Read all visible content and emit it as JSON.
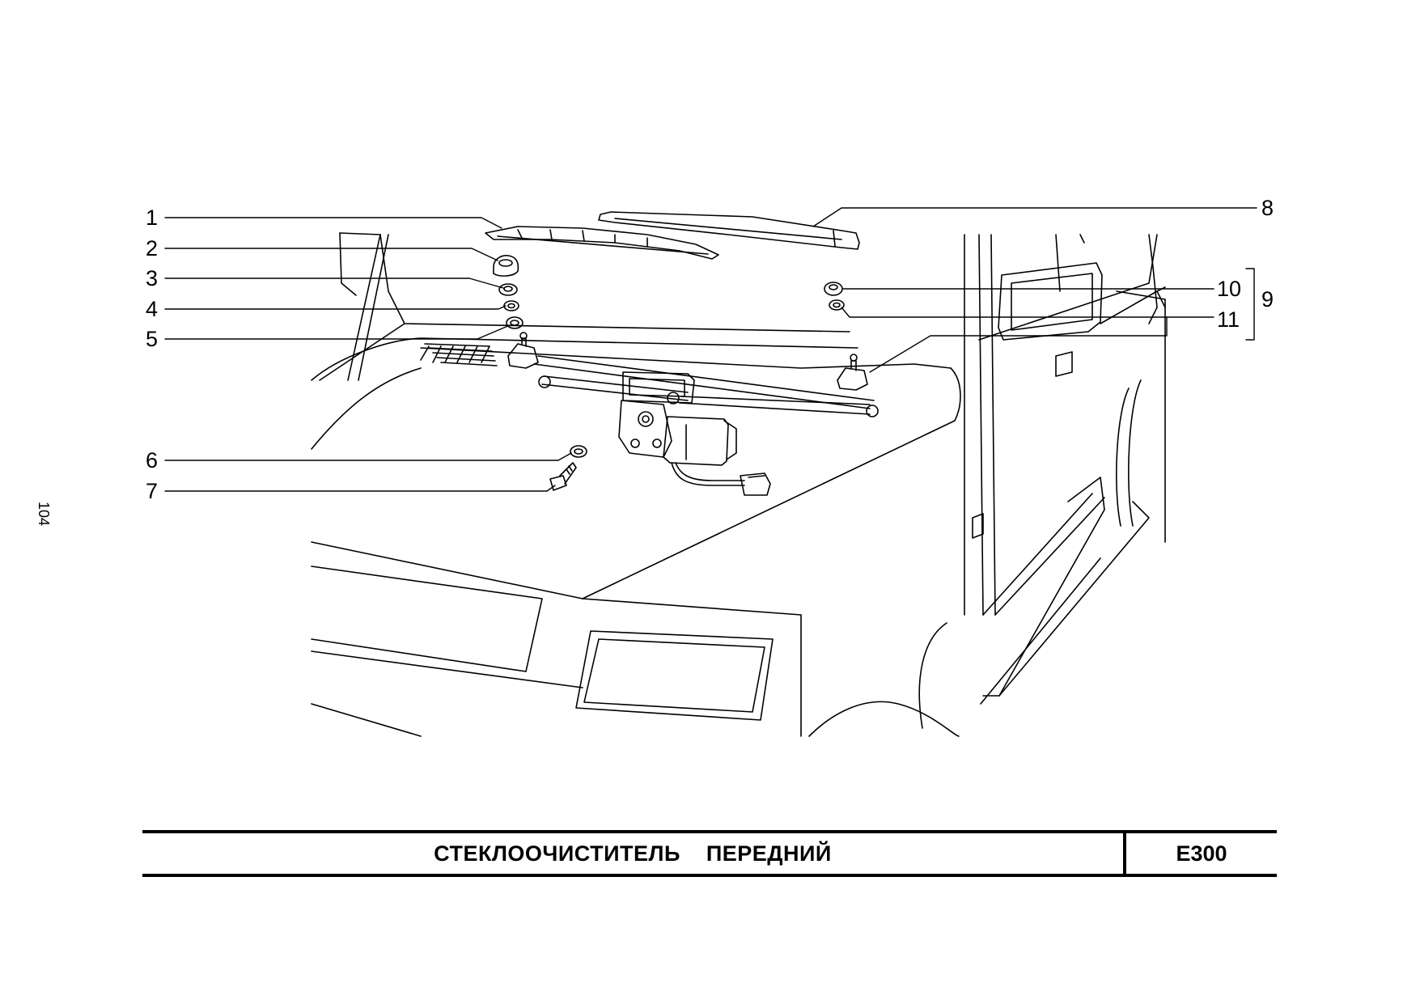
{
  "page_number": "104",
  "callouts": [
    "1",
    "2",
    "3",
    "4",
    "5",
    "6",
    "7",
    "8",
    "9",
    "10",
    "11"
  ],
  "title": "СТЕКЛООЧИСТИТЕЛЬ    ПЕРЕДНИЙ",
  "code": "E300"
}
